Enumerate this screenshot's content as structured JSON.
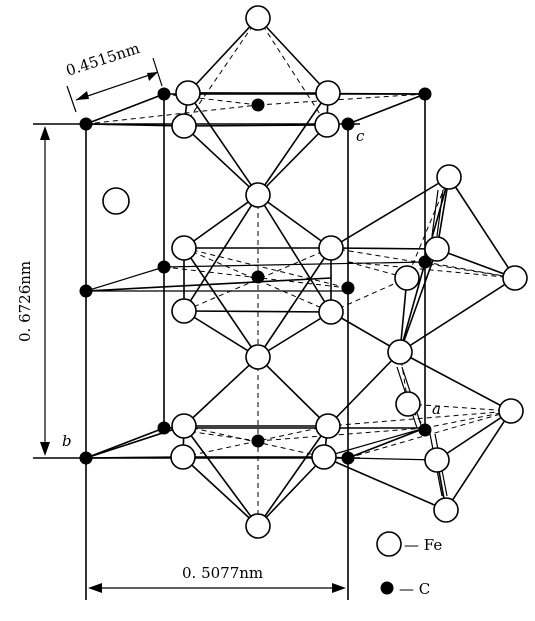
{
  "dimensions": {
    "width_label": "0.4515nm",
    "height_label": "0. 6726nm",
    "depth_label": "0. 5077nm"
  },
  "axis_labels": {
    "a": "a",
    "b": "b",
    "c": "c"
  },
  "legend": {
    "fe_label": "— Fe",
    "c_label": "— C"
  }
}
